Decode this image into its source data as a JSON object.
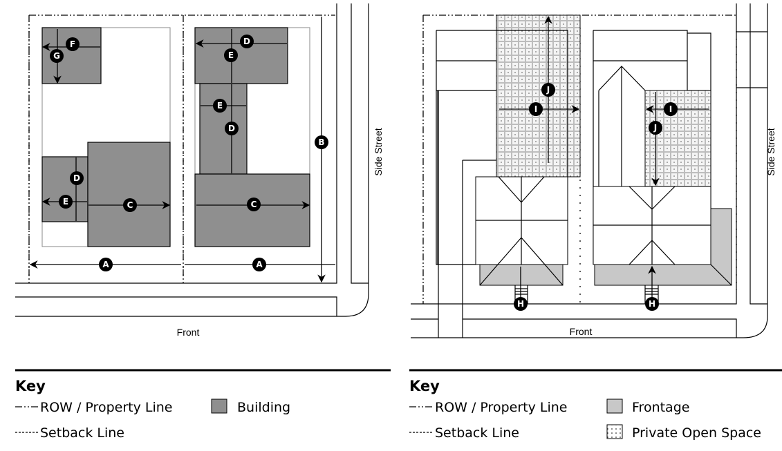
{
  "left_diagram": {
    "labels": {
      "A1": "A",
      "A2": "A",
      "B": "B",
      "C1": "C",
      "C2": "C",
      "D1": "D",
      "D2": "D",
      "D3": "D",
      "E1": "E",
      "E2": "E",
      "E3": "E",
      "F": "F",
      "G": "G"
    },
    "front_label": "Front",
    "side_street_label": "Side Street"
  },
  "right_diagram": {
    "labels": {
      "H1": "H",
      "H2": "H",
      "I1": "I",
      "I2": "I",
      "J1": "J",
      "J2": "J"
    },
    "front_label": "Front",
    "side_street_label": "Side Street"
  },
  "left_key": {
    "title": "Key",
    "items": [
      {
        "symbol": "-··-",
        "label": "ROW / Property Line"
      },
      {
        "symbol": "-----",
        "label": "Setback Line"
      },
      {
        "symbol": "swatch",
        "label": "Building"
      }
    ]
  },
  "right_key": {
    "title": "Key",
    "items": [
      {
        "symbol": "-··-",
        "label": "ROW / Property Line"
      },
      {
        "symbol": "-----",
        "label": "Setback Line"
      },
      {
        "symbol": "swatch",
        "label": "Frontage"
      },
      {
        "symbol": "dotted-swatch",
        "label": "Private Open Space"
      }
    ]
  },
  "colors": {
    "building": "#8f8f8f",
    "frontage": "#c8c8c8",
    "open_space": "#e6e6e6"
  }
}
